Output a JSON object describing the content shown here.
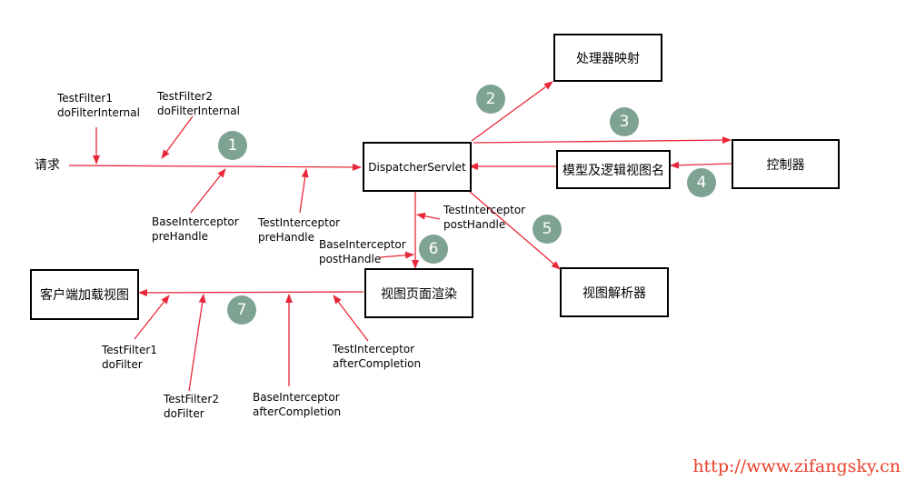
{
  "boxes": {
    "dispatcher": "DispatcherServlet",
    "handler_mapping": "处理器映射",
    "controller": "控制器",
    "model_view": "模型及逻辑视图名",
    "view_resolver": "视图解析器",
    "view_render": "视图页面渲染",
    "client_load": "客户端加载视图"
  },
  "request_label": "请求",
  "steps": [
    "1",
    "2",
    "3",
    "4",
    "5",
    "6",
    "7"
  ],
  "annotations": {
    "testfilter1_internal": [
      "TestFilter1",
      "doFilterInternal"
    ],
    "testfilter2_internal": [
      "TestFilter2",
      "doFilterInternal"
    ],
    "base_prehandle": [
      "BaseInterceptor",
      "preHandle"
    ],
    "test_prehandle": [
      "TestInterceptor",
      "preHandle"
    ],
    "test_posthandle": [
      "TestInterceptor",
      "postHandle"
    ],
    "base_posthandle": [
      "BaseInterceptor",
      "postHandle"
    ],
    "test_aftercompletion": [
      "TestInterceptor",
      "afterCompletion"
    ],
    "base_aftercompletion": [
      "BaseInterceptor",
      "afterCompletion"
    ],
    "testfilter1_dofilter": [
      "TestFilter1",
      "doFilter"
    ],
    "testfilter2_dofilter": [
      "TestFilter2",
      "doFilter"
    ]
  },
  "watermark": "http://www.zifangsky.cn",
  "colors": {
    "arrow": "#e8283a",
    "circle": "#7fa393",
    "watermark": "#e8402a"
  }
}
